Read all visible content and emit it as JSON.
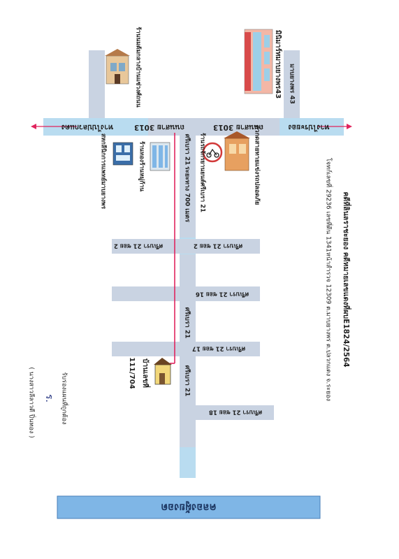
{
  "colors": {
    "road": "#c9d3e2",
    "road_highlight": "#b9dcf0",
    "canal": "#7fb6e6",
    "canal_border": "#4a7fb8",
    "route_line": "#e0245e",
    "text": "#222222"
  },
  "header": {
    "title": "คดีที่ลินลราชะยอง คดีหมายเลขแดงที่ผบE1824/2564",
    "address": "โจทก์เลขที่ 29236 เลขที่ดิน 1341หน้าสำรวจ 12309 ต.มาบยางพร ต.ปลวกแดง จ.ระยอง"
  },
  "roads": {
    "main_road_left": "ถนนสาย 3013",
    "main_road_right": "ถนนสาย 3013",
    "to_left": "ทางไปปลวกแดง",
    "to_right": "ทางไประยอง",
    "soi_43": "มาบยางพร 43",
    "soi_21_top": "ศรีเบรา 21",
    "route_distance": "ระยะทาง 700 เมตร",
    "soi_21_mid": "ศรีเบรา 21",
    "soi_21_low": "ศรีเบรา 21",
    "cross_1_left": "ศรีเบรา 21 ซอย 2",
    "cross_1_right": "ศรีเบรา 21 ซอย 2",
    "cross_2": "ศรีเบรา 21 ซอย 16",
    "cross_3": "ศรีเบรา 21 ซอย 17",
    "cross_4": "ศรีเบรา 21 ซอย 18",
    "canal": "คลองผู้ยงอด"
  },
  "landmarks": {
    "supermarket": "มินิมาร์ทมาบยางพร43",
    "shop_top_left": "ร้านนมต้มกลางบ้านแซ่วงศ์ถนน",
    "motor_shop": "ตัวกดสายทายแข่งรถปลอดภัย",
    "motor_shop_sub": "ร้านรถจักรยานยนต์ศรีเบรา 21",
    "shop_left": "ร้านทองร้านหมู่ก้าน",
    "clinic": "สหกลีนิกการแพทย์มาบยางพร",
    "house": "บ้านเลขที่",
    "house_number": "111/704"
  },
  "footer": {
    "certify": "รับรองแผนที่ถูกต้อง",
    "signature": "ร.",
    "signer": "( นางสาวลีลาวดี ปิ่นทอง )"
  }
}
